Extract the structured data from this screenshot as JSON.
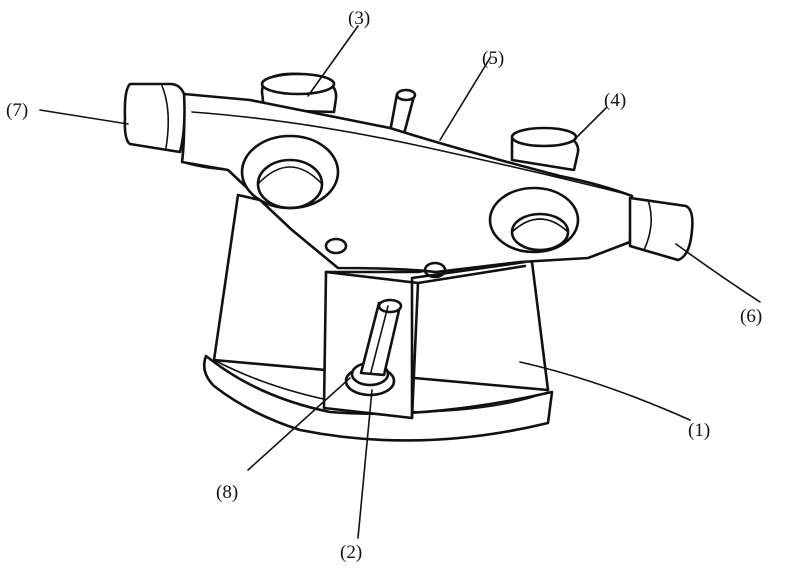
{
  "diagram": {
    "labels": {
      "l1": "(1)",
      "l2": "(2)",
      "l3": "(3)",
      "l4": "(4)",
      "l5": "(5)",
      "l6": "(6)",
      "l7": "(7)",
      "l8": "(8)"
    }
  }
}
